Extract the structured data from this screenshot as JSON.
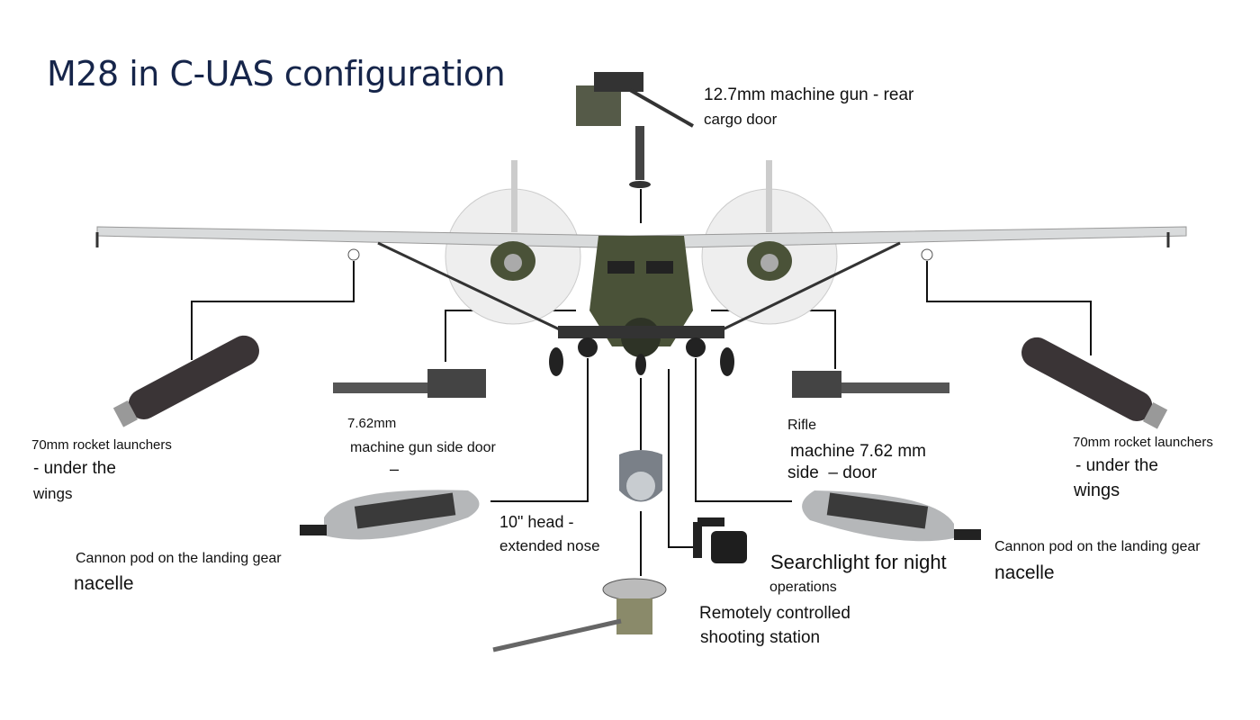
{
  "title": "M28 in C-UAS configuration",
  "labels": {
    "rear_gun": [
      "12.7mm machine gun - rear",
      "cargo door"
    ],
    "rocket_left": [
      "70mm rocket launchers",
      "- under the",
      "wings"
    ],
    "mg_left": [
      "7.62mm",
      "machine gun side door",
      "–"
    ],
    "nose": [
      "10\" head -",
      "extended nose"
    ],
    "pod_left": [
      "Cannon pod on the landing gear",
      "nacelle"
    ],
    "mg_right": [
      "Rifle",
      "machine 7.62 mm",
      "side  – door"
    ],
    "rocket_right": [
      "70mm rocket launchers",
      "- under the",
      "wings"
    ],
    "pod_right": [
      "Cannon pod on the landing gear",
      "nacelle"
    ],
    "searchlight": [
      "Searchlight for night",
      "operations"
    ],
    "station": [
      "Remotely controlled",
      "shooting station"
    ]
  },
  "colors": {
    "title": "#16254a",
    "airframe": "#4a5238",
    "wing": "#d9dbdc",
    "pod": "#b5b7b9",
    "line": "#111111"
  }
}
